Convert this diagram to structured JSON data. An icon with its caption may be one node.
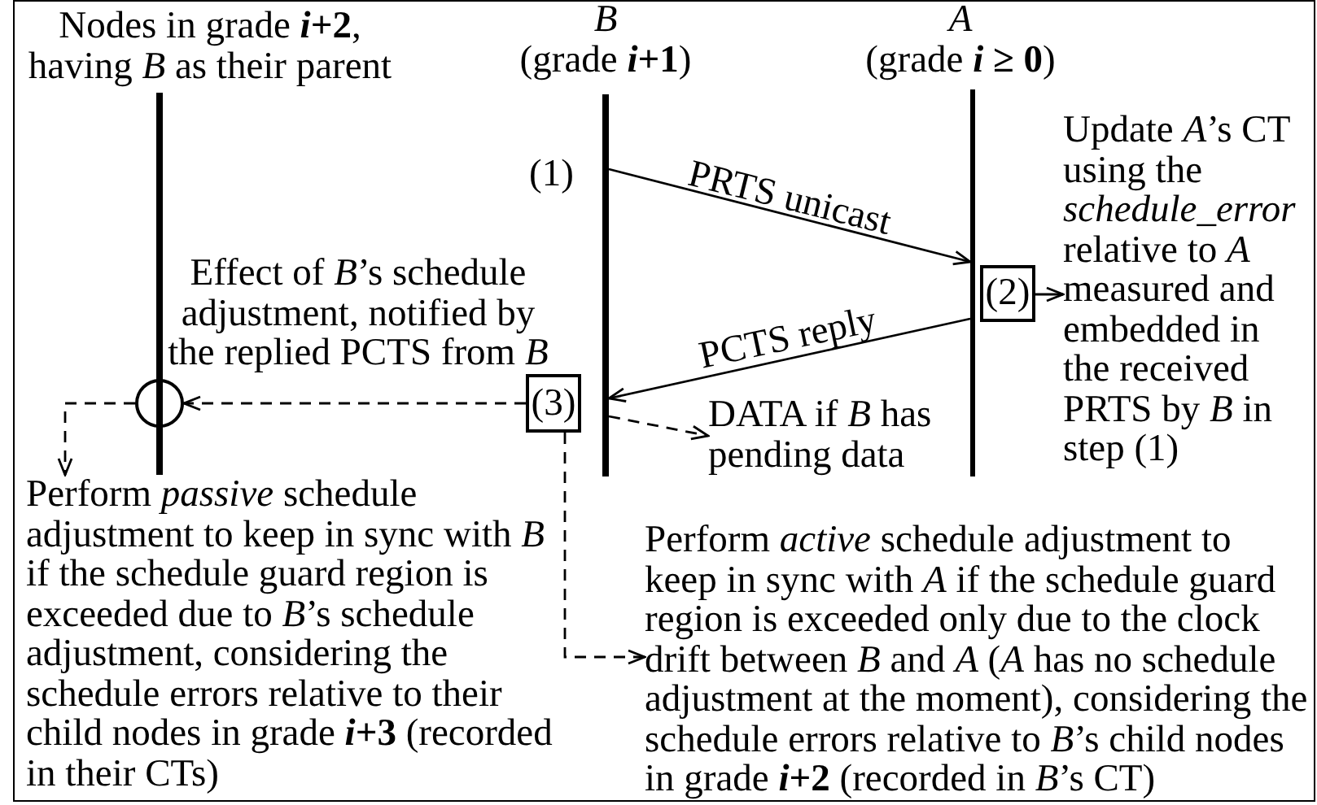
{
  "diagram": {
    "nodes": [
      {
        "text": [],
        "shape": "line",
        "beside": [
          "Nodes in grade ***i*+2**, having *B* as their parent"
        ]
      },
      {
        "text": [],
        "shape": "line",
        "beside": [
          "B",
          "(grade ***i*+1**)"
        ]
      },
      {
        "text": [],
        "shape": "line",
        "beside": [
          "A",
          "(grade ***i* ≥ 0**)"
        ]
      },
      {
        "text": [
          "(2)"
        ]
      },
      {
        "text": [
          "Update *A*’s CT using the *schedule_error* relative to *A* measured and embedded in the received PRTS by *B* in step (1)"
        ]
      },
      {
        "text": [
          "(3)"
        ]
      },
      {
        "text": [],
        "shape": "circle"
      },
      {
        "text": [
          "DATA if *B* has pending data"
        ]
      },
      {
        "text": [
          "Perform *passive* schedule adjustment to keep in sync with *B* if the schedule guard region is exceeded due to *B*’s schedule adjustment, considering the schedule errors relative to their child nodes in grade ***i*+3** (recorded in their CTs)"
        ]
      },
      {
        "text": [
          "Perform *active* schedule adjustment to keep in sync with *A* if the schedule guard region is exceeded only due to the clock drift between *B* and *A* (*A* has no schedule adjustment at the moment), considering the schedule errors relative to *B*’s child nodes in grade ***i*+2** (recorded in *B*’s CT)"
        ]
      }
    ],
    "edges": [
      {
        "from": 1,
        "to": 2,
        "arrow": "to",
        "label": "PRTS unicast"
      },
      {
        "from": 2,
        "to": 1,
        "arrow": "to",
        "label": "PCTS reply"
      },
      {
        "from": 3,
        "to": 4,
        "arrow": "to"
      },
      {
        "from": 5,
        "to": 6,
        "arrow": "to",
        "style": "dashed",
        "label": "Effect of *B*’s schedule adjustment, notified by the replied PCTS from *B*"
      },
      {
        "from": 1,
        "to": 7,
        "arrow": "to",
        "style": "dashed"
      },
      {
        "from": 6,
        "to": 8,
        "arrow": "to",
        "style": "dashed"
      },
      {
        "from": 5,
        "to": 9,
        "arrow": "to",
        "style": "dashed"
      }
    ],
    "labels": [
      "(1)"
    ]
  }
}
